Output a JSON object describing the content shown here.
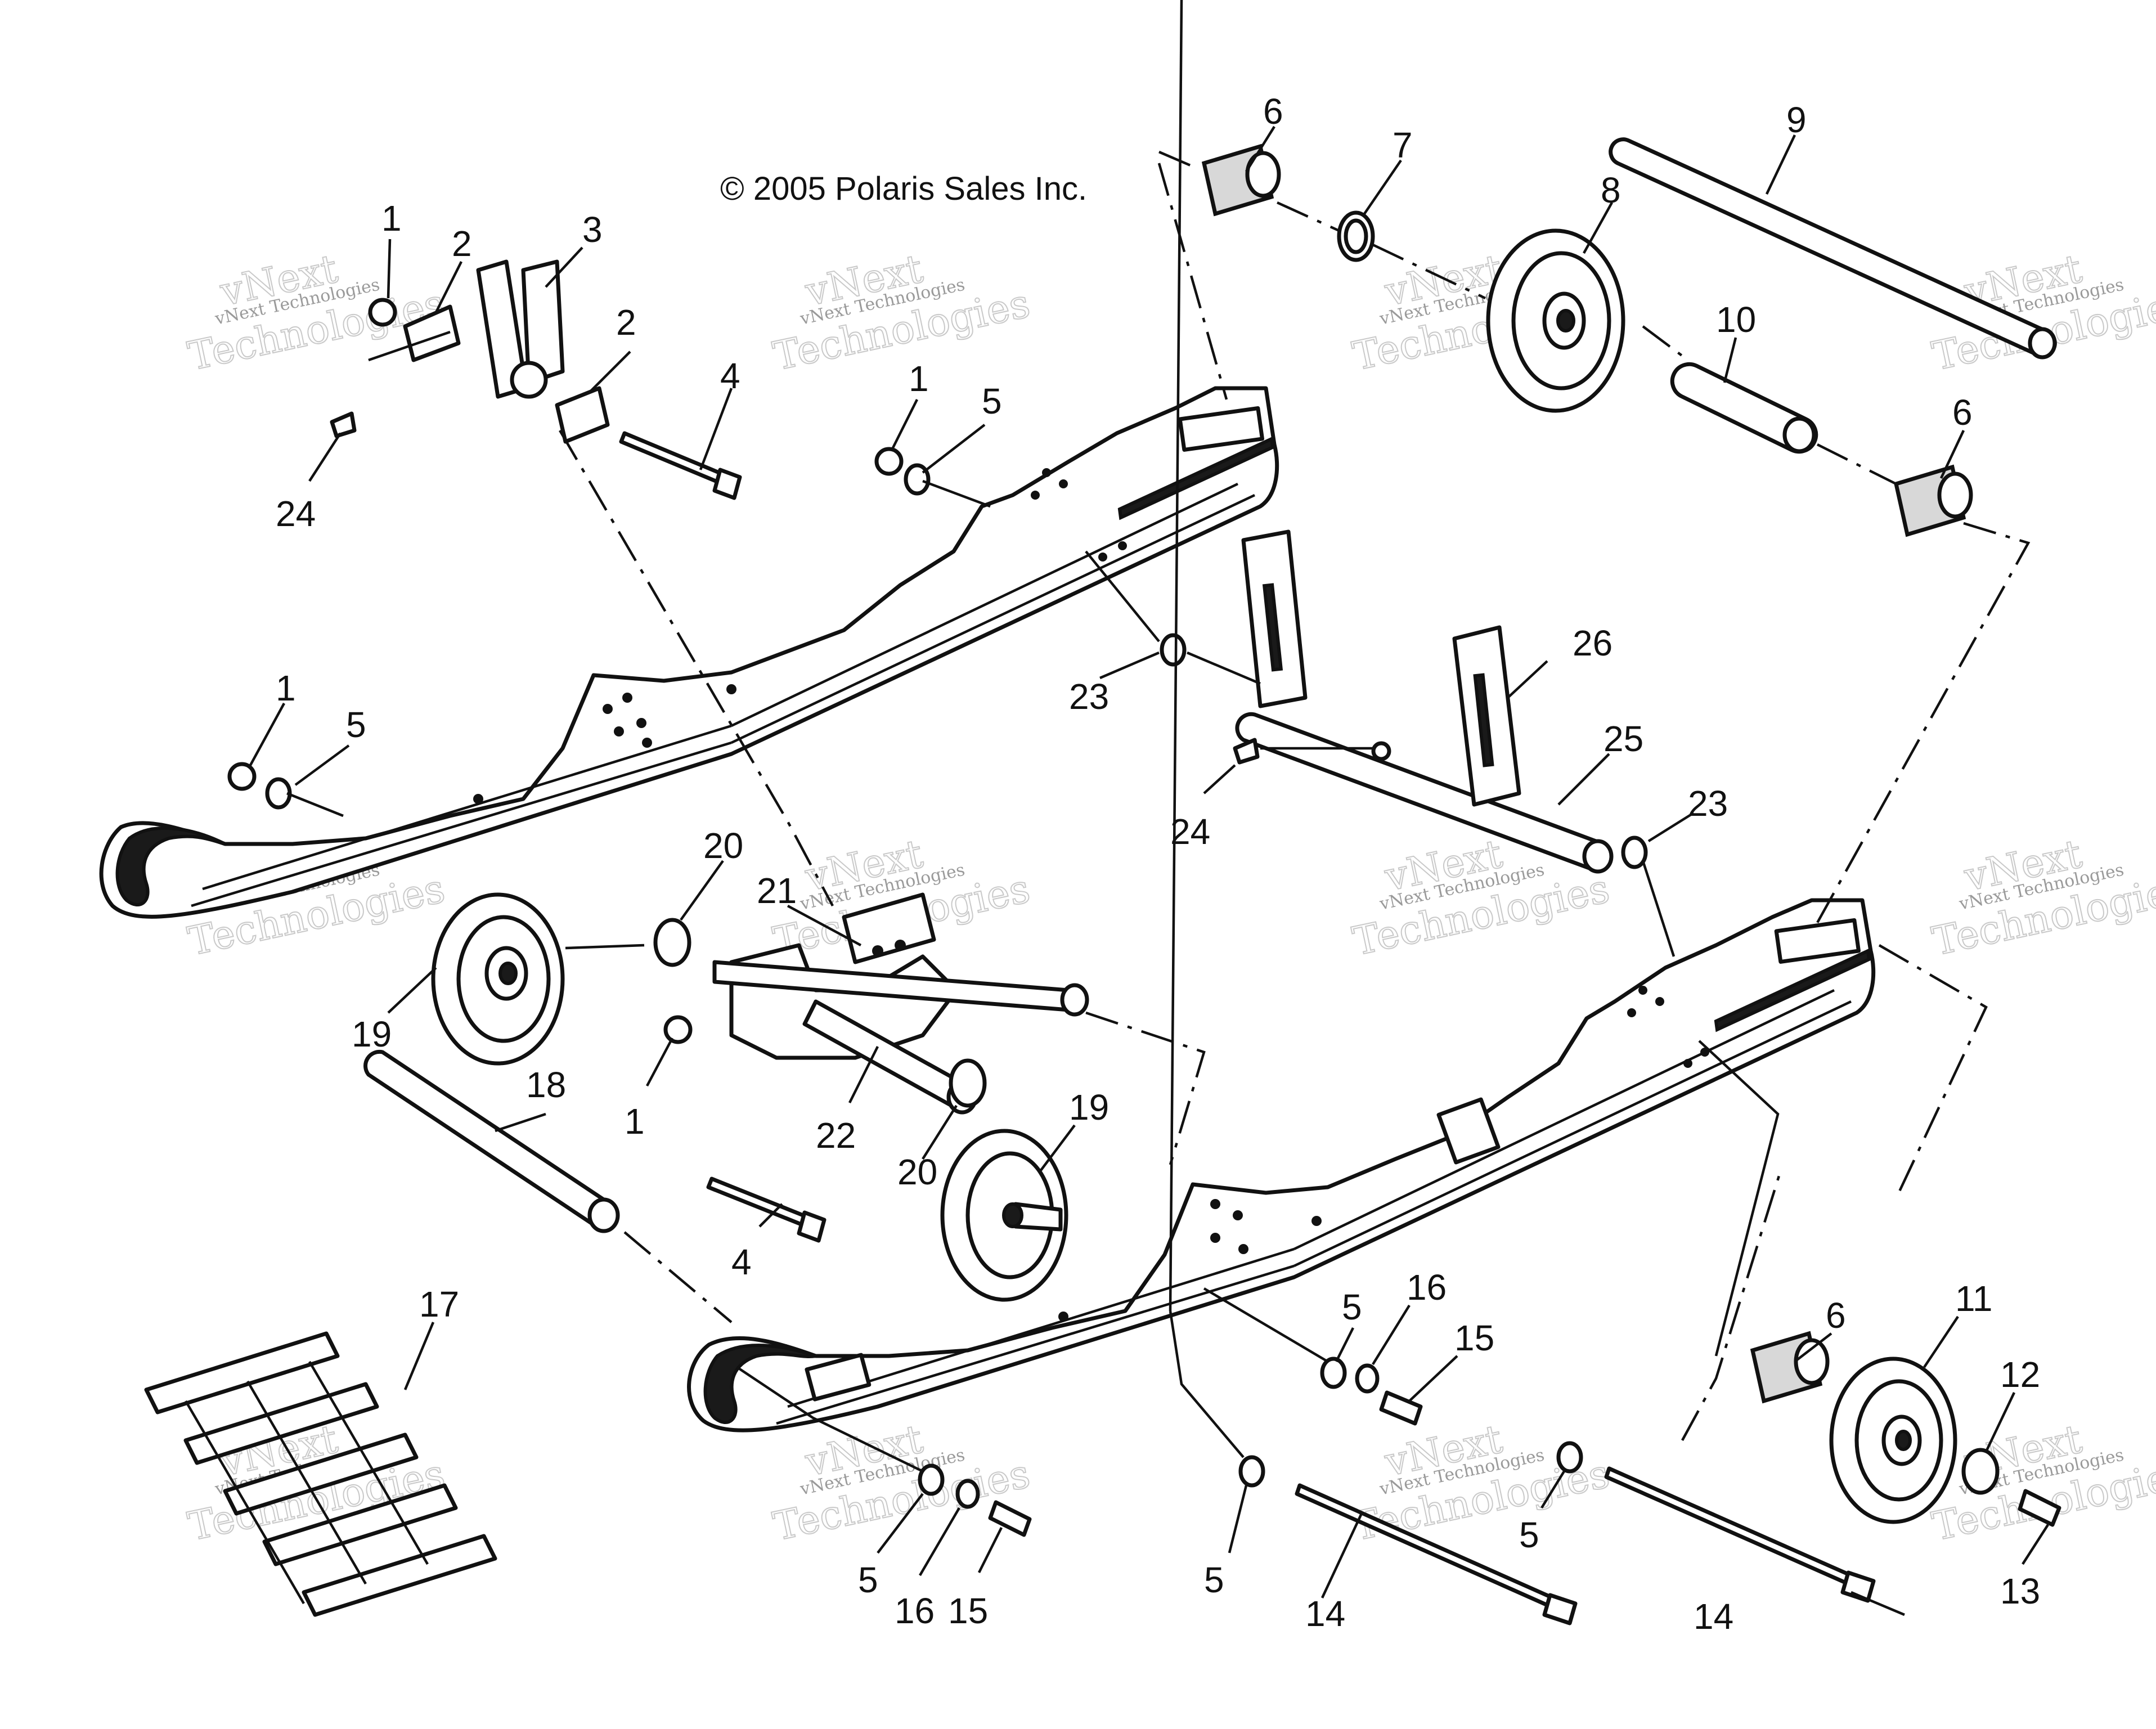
{
  "copyright": "© 2005 Polaris Sales Inc.",
  "watermark": {
    "brand": "vNext",
    "line1": "vNext Technologies",
    "line2": "Technologies"
  },
  "callouts": {
    "c1a": "1",
    "c1b": "1",
    "c1c": "1",
    "c1d": "1",
    "c2a": "2",
    "c2b": "2",
    "c3": "3",
    "c4a": "4",
    "c4b": "4",
    "c5a": "5",
    "c5b": "5",
    "c5c": "5",
    "c5d": "5",
    "c5e": "5",
    "c5f": "5",
    "c6a": "6",
    "c6b": "6",
    "c6c": "6",
    "c7": "7",
    "c8": "8",
    "c9": "9",
    "c10": "10",
    "c11": "11",
    "c12": "12",
    "c13": "13",
    "c14a": "14",
    "c14b": "14",
    "c15a": "15",
    "c15b": "15",
    "c16a": "16",
    "c16b": "16",
    "c17": "17",
    "c18": "18",
    "c19a": "19",
    "c19b": "19",
    "c20a": "20",
    "c20b": "20",
    "c21": "21",
    "c22": "22",
    "c23a": "23",
    "c23b": "23",
    "c24a": "24",
    "c24b": "24",
    "c25": "25",
    "c26": "26"
  },
  "colors": {
    "ink": "#111111",
    "watermark": "#c9c9c9",
    "background": "#ffffff"
  }
}
